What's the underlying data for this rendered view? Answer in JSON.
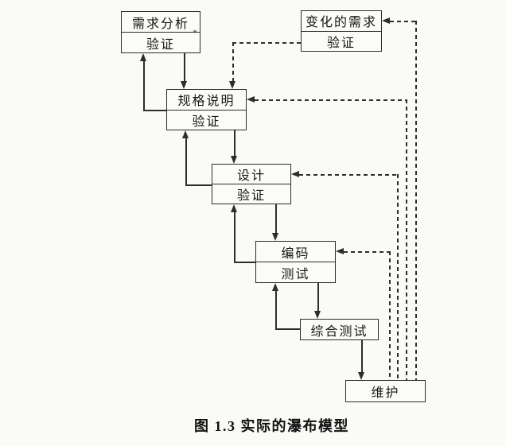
{
  "figure": {
    "caption": "图 1.3  实际的瀑布模型"
  },
  "diagram": {
    "boxes": {
      "requirements": {
        "title": "需求分析",
        "sub": "验证",
        "note": "*"
      },
      "changed_requirements": {
        "title": "变化的需求",
        "sub": "验证"
      },
      "specification": {
        "title": "规格说明",
        "sub": "验证"
      },
      "design": {
        "title": "设计",
        "sub": "验证"
      },
      "coding": {
        "title": "编码",
        "sub": "测试"
      },
      "integration_test": {
        "title": "综合测试"
      },
      "maintenance": {
        "title": "维护"
      }
    },
    "edges": {
      "solid_forward": [
        "需求分析 → 规格说明",
        "规格说明 → 设计",
        "设计 → 编码",
        "编码 → 综合测试",
        "综合测试 → 维护"
      ],
      "solid_feedback": [
        "规格说明 → 需求分析",
        "设计 → 规格说明",
        "编码 → 设计",
        "综合测试 → 编码"
      ],
      "dashed": [
        "变化的需求(验证) → 规格说明",
        "维护 → 编码",
        "维护 → 设计",
        "维护 → 规格说明",
        "维护 → 变化的需求"
      ]
    },
    "line_color": "#2d2d2d",
    "background_color": "#fafaf7"
  }
}
